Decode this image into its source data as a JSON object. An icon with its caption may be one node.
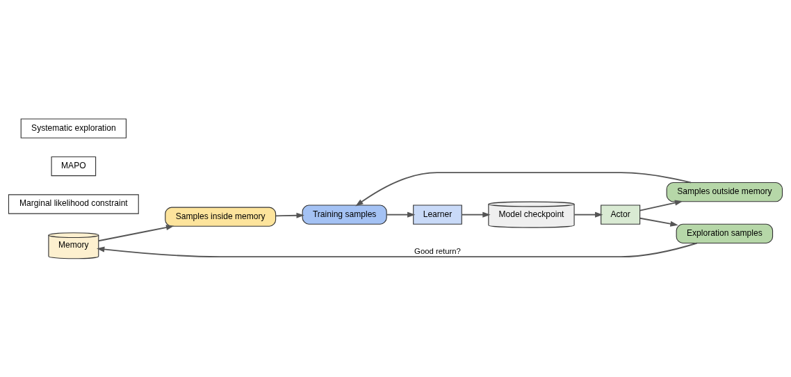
{
  "diagram": {
    "nodes": [
      {
        "text": [
          "Memory"
        ]
      },
      {
        "text": [
          "Marginal likelihood constraint"
        ]
      },
      {
        "text": [
          "Samples inside memory"
        ]
      },
      {
        "text": [
          "Training samples"
        ]
      },
      {
        "text": [
          "Learner"
        ]
      },
      {
        "text": [
          "MAPO"
        ]
      },
      {
        "text": [
          "Systematic exploration"
        ]
      },
      {
        "text": [
          "Samples outside memory"
        ]
      },
      {
        "text": [
          "Exploration samples"
        ]
      },
      {
        "text": [
          "Actor"
        ]
      },
      {
        "text": [
          "Model checkpoint"
        ]
      }
    ],
    "edges": [
      {
        "from": 0,
        "to": 2,
        "arrow": "to"
      },
      {
        "from": 2,
        "to": 3,
        "arrow": "to"
      },
      {
        "from": 7,
        "to": 3,
        "arrow": "to"
      },
      {
        "from": 3,
        "to": 4,
        "arrow": "to"
      },
      {
        "from": 4,
        "to": 10,
        "arrow": "to"
      },
      {
        "from": 10,
        "to": 9,
        "arrow": "to"
      },
      {
        "from": 9,
        "to": 8,
        "arrow": "to"
      },
      {
        "from": 9,
        "to": 7,
        "arrow": "to"
      },
      {
        "from": 8,
        "to": 0,
        "arrow": "to",
        "label": "Good return?"
      }
    ]
  }
}
